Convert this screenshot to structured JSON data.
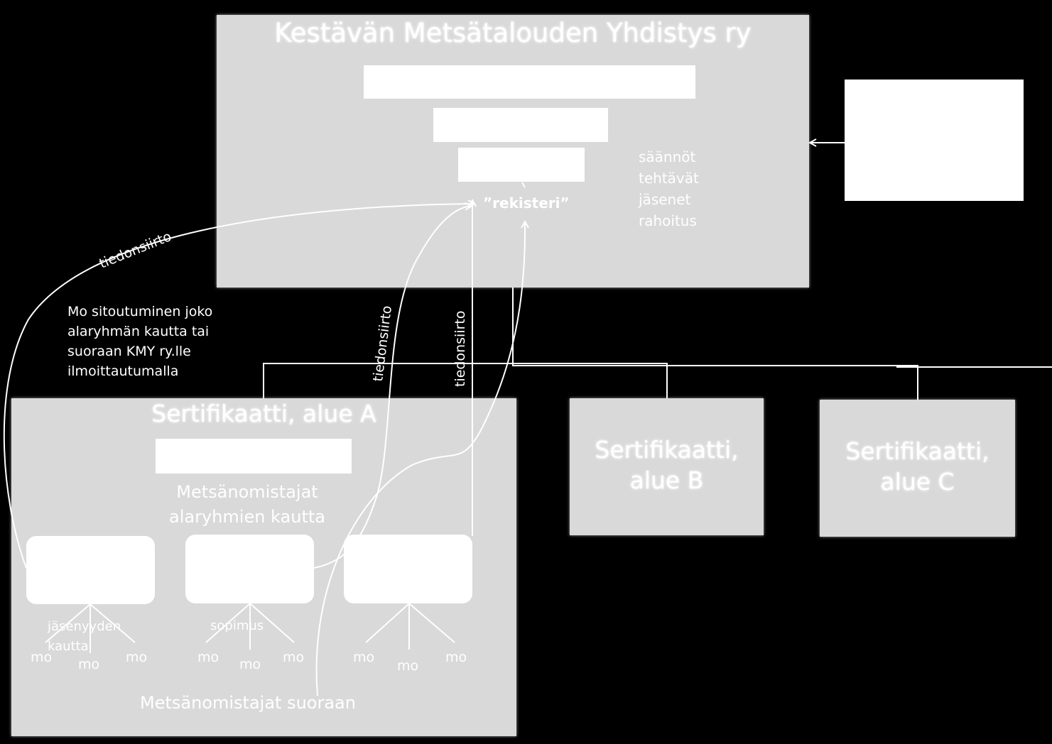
{
  "main_box": {
    "title": "Kestävän Metsätalouden Yhdistys ry",
    "list": [
      "säännöt",
      "tehtävät",
      "jäsenet",
      "rahoitus"
    ],
    "registry_label": "”rekisteri”"
  },
  "arrow_labels": {
    "left_curve": "tiedonsiirto",
    "middle": "tiedonsiirto",
    "right": "tiedonsiirto"
  },
  "commitment_note": [
    "Mo sitoutuminen joko",
    "alaryhmän kautta tai",
    "suoraan KMY ry.lle",
    "ilmoittautumalla"
  ],
  "region_a": {
    "title": "Sertifikaatti, alue A",
    "subtitle": [
      "Metsänomistajat",
      "alaryhmien kautta"
    ],
    "footer": "Metsänomistajat suoraan",
    "group1_label": [
      "jäsenyyden",
      "kautta"
    ],
    "group2_label": "sopimus",
    "mo": "mo"
  },
  "region_b": {
    "title": [
      "Sertifikaatti,",
      "alue B"
    ]
  },
  "region_c": {
    "title": [
      "Sertifikaatti,",
      "alue C"
    ]
  },
  "colors": {
    "background": "#000000",
    "panel": "#d9d9d9",
    "box": "#ffffff",
    "line": "#ffffff"
  }
}
